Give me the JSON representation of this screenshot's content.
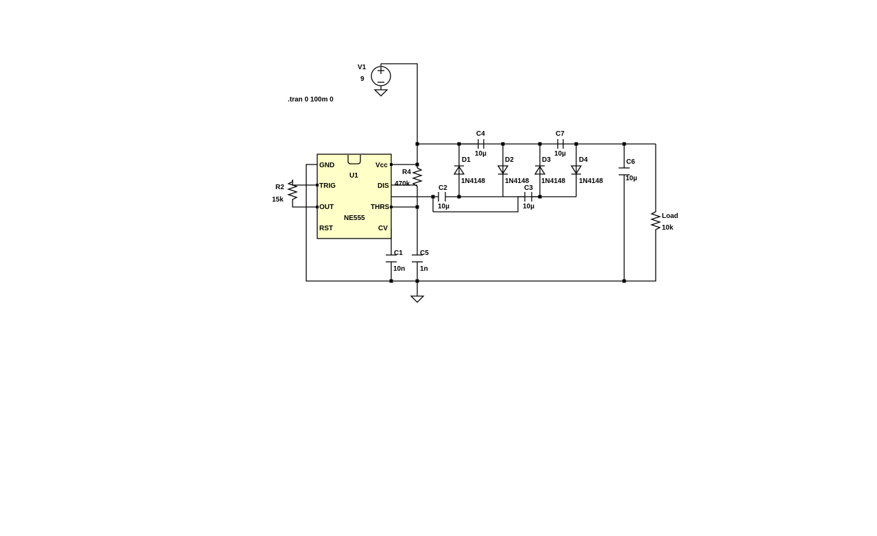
{
  "directive": ".tran 0 100m 0",
  "colors": {
    "ic_fill": "#ffffc8",
    "wire": "#000000",
    "background": "#ffffff"
  },
  "components": {
    "v1": {
      "name": "V1",
      "value": "9"
    },
    "u1": {
      "name": "U1",
      "part": "NE555",
      "pins": {
        "gnd": "GND",
        "vcc": "Vcc",
        "trig": "TRIG",
        "dis": "DIS",
        "out": "OUT",
        "thrs": "THRS",
        "rst": "RST",
        "cv": "CV"
      }
    },
    "r2": {
      "name": "R2",
      "value": "15k"
    },
    "r4": {
      "name": "R4",
      "value": "470k"
    },
    "c1": {
      "name": "C1",
      "value": "10n"
    },
    "c5": {
      "name": "C5",
      "value": "1n"
    },
    "c2": {
      "name": "C2",
      "value": "10µ"
    },
    "c3": {
      "name": "C3",
      "value": "10µ"
    },
    "c4": {
      "name": "C4",
      "value": "10µ"
    },
    "c7": {
      "name": "C7",
      "value": "10µ"
    },
    "c6": {
      "name": "C6",
      "value": "10µ"
    },
    "d1": {
      "name": "D1",
      "value": "1N4148"
    },
    "d2": {
      "name": "D2",
      "value": "1N4148"
    },
    "d3": {
      "name": "D3",
      "value": "1N4148"
    },
    "d4": {
      "name": "D4",
      "value": "1N4148"
    },
    "load": {
      "name": "Load",
      "value": "10k"
    }
  }
}
